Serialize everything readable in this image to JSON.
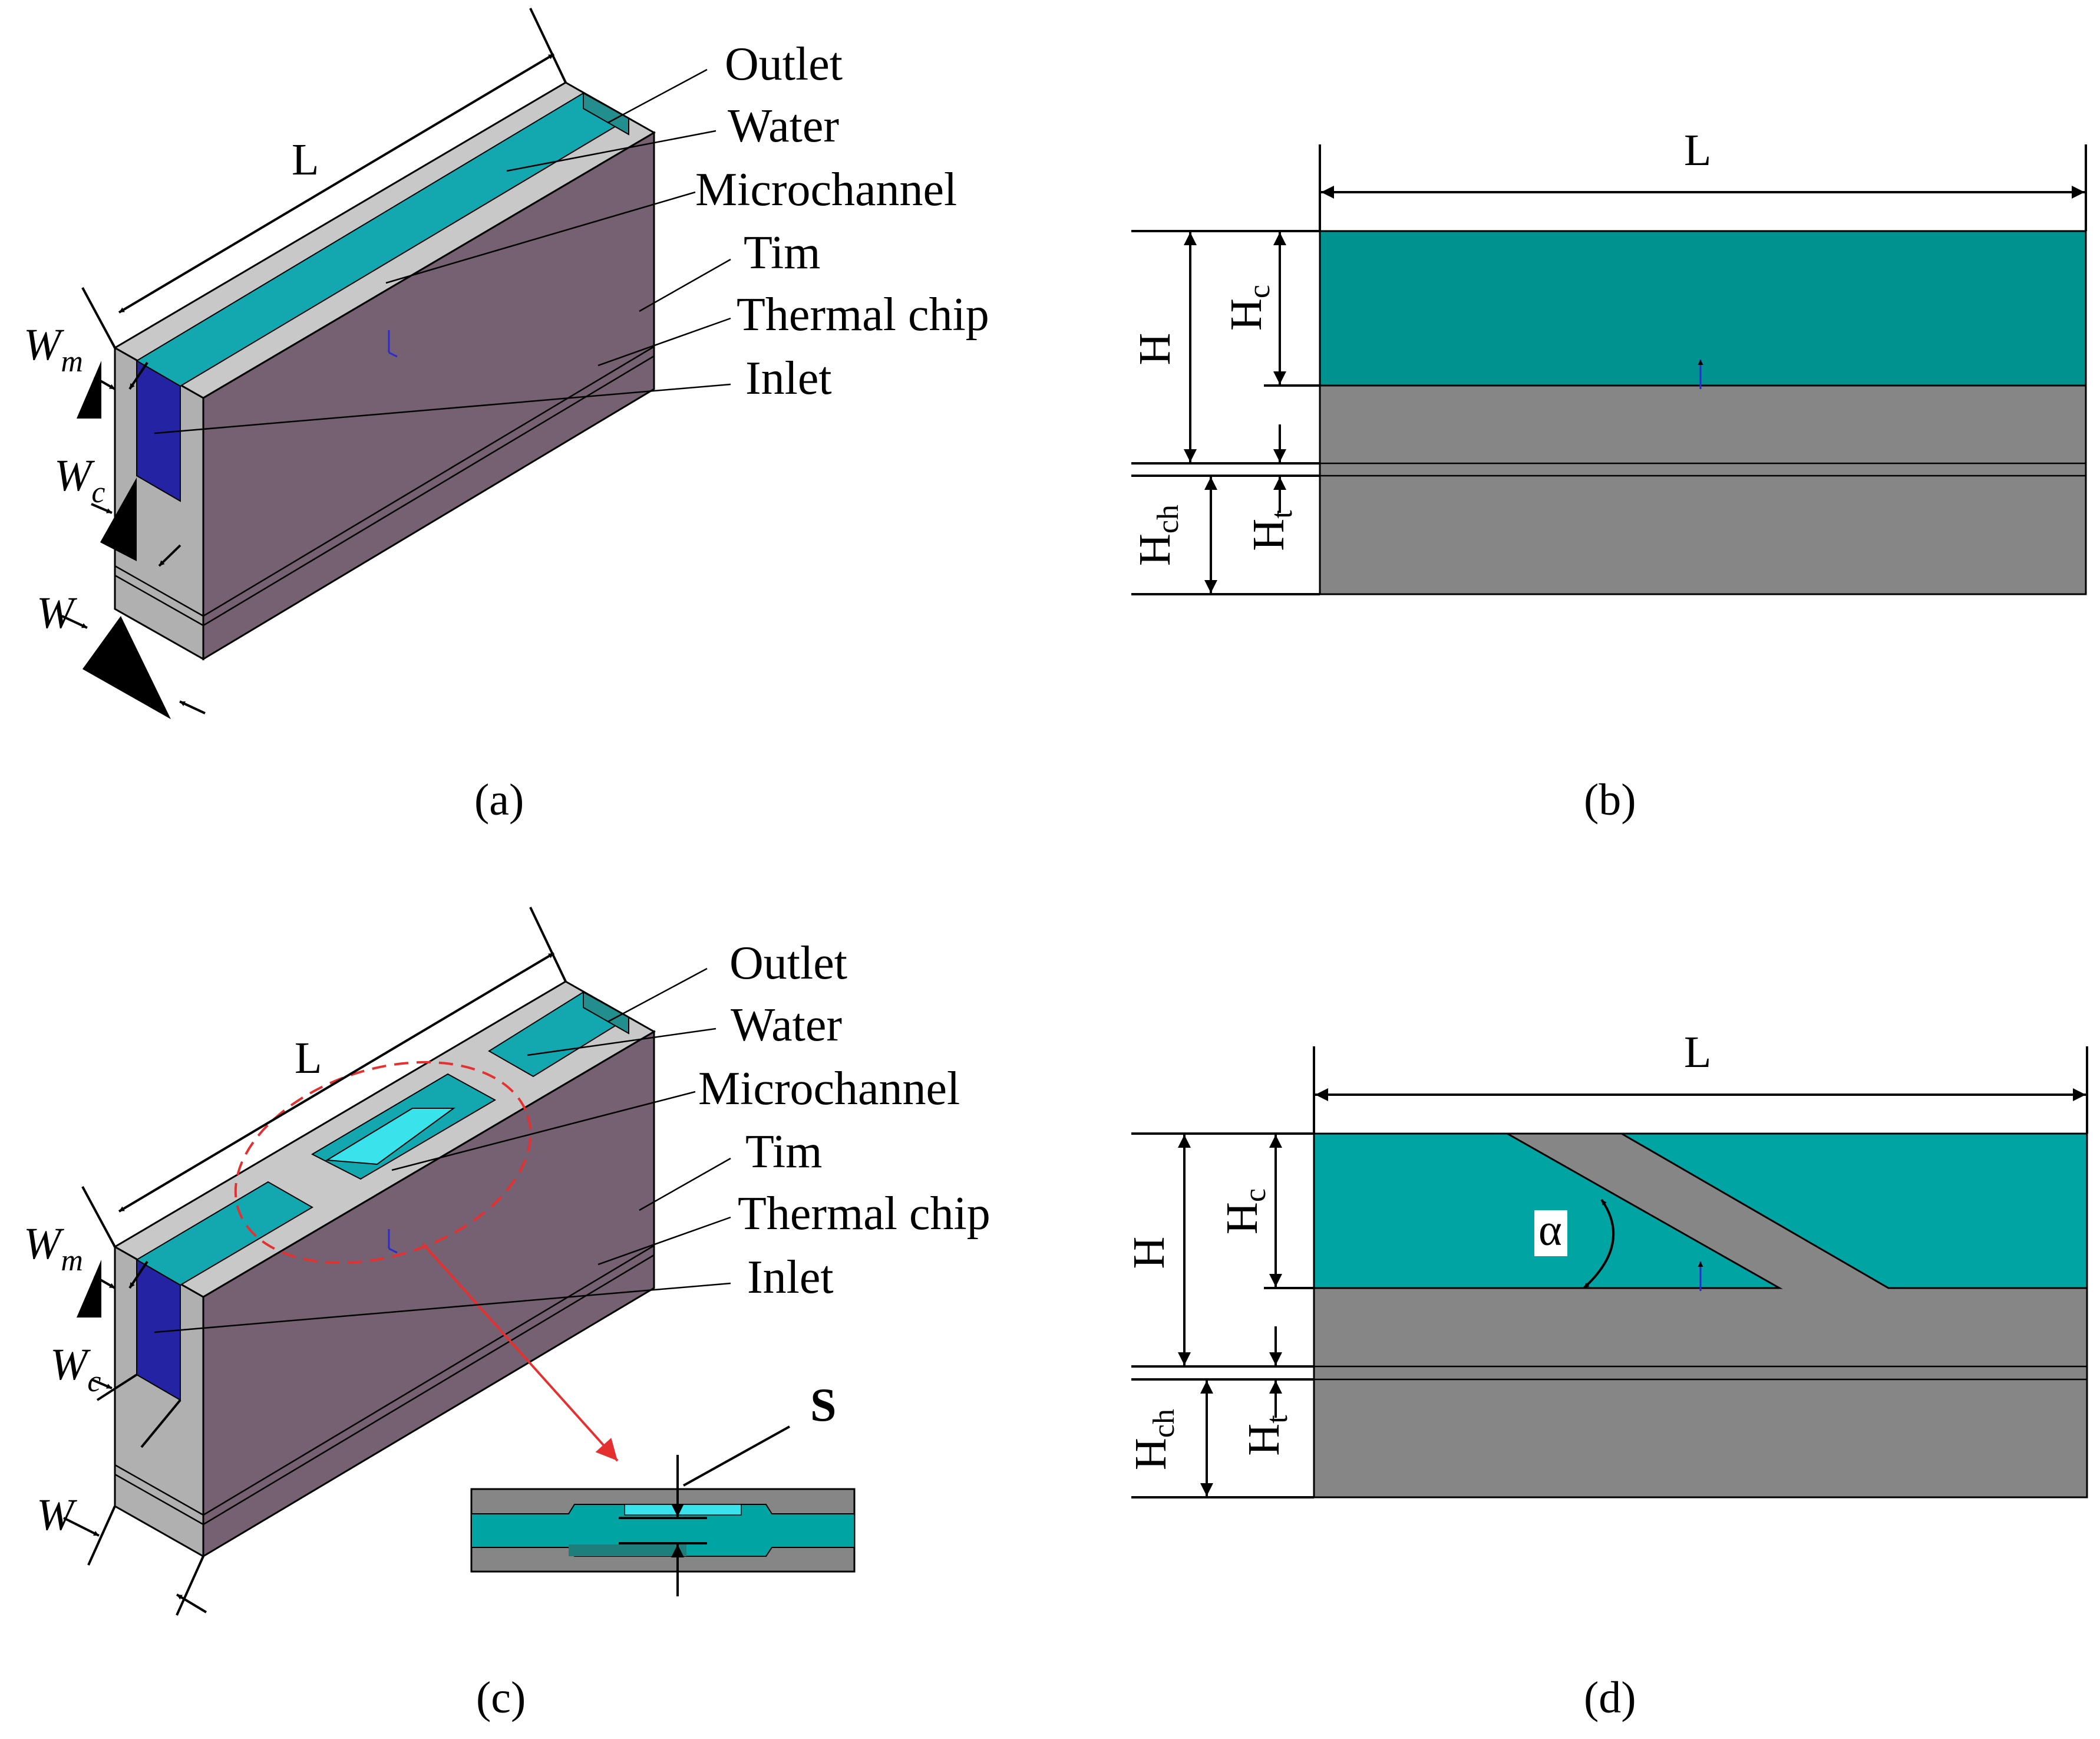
{
  "colors": {
    "purple_side": "#766172",
    "light_gray": "#C8C8C8",
    "front_gray": "#B0B0B0",
    "water_top": "#13A8B0",
    "outlet_top": "#228F8E",
    "inlet_blue": "#2423A4",
    "teal_2d": "#00928F",
    "teal_2d_alt": "#00A5A3",
    "gray_2d": "#868686",
    "micro_cyan": "#39E3EB",
    "red_dash": "#E53030",
    "axis_blue": "#2B2BD0"
  },
  "panel_a": {
    "caption": "(a)",
    "labels": {
      "outlet": "Outlet",
      "water": "Water",
      "microchannel": "Microchannel",
      "tim": "Tim",
      "thermal_chip": "Thermal chip",
      "inlet": "Inlet"
    },
    "dims": {
      "L": "L",
      "Wm_main": "W",
      "Wm_sub": "m",
      "Wc_main": "W",
      "Wc_sub": "c",
      "W": "W"
    }
  },
  "panel_b": {
    "caption": "(b)",
    "dims": {
      "L": "L",
      "H": "H",
      "Hc_main": "H",
      "Hc_sub": "c",
      "Hch_main": "H",
      "Hch_sub": "ch",
      "Ht_main": "H",
      "Ht_sub": "t"
    }
  },
  "panel_c": {
    "caption": "(c)",
    "labels": {
      "outlet": "Outlet",
      "water": "Water",
      "microchannel": "Microchannel",
      "tim": "Tim",
      "thermal_chip": "Thermal chip",
      "inlet": "Inlet"
    },
    "dims": {
      "L": "L",
      "Wm_main": "W",
      "Wm_sub": "m",
      "Wc_main": "W",
      "Wc_sub": "c",
      "W": "W",
      "S": "S"
    }
  },
  "panel_d": {
    "caption": "(d)",
    "dims": {
      "L": "L",
      "H": "H",
      "Hc_main": "H",
      "Hc_sub": "c",
      "Hch_main": "H",
      "Hch_sub": "ch",
      "Ht_main": "H",
      "Ht_sub": "t",
      "alpha": "α"
    }
  }
}
